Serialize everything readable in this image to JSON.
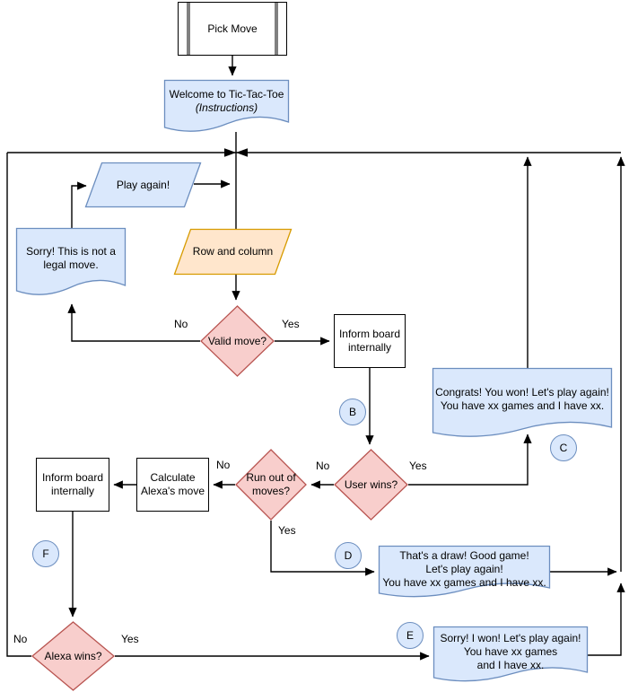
{
  "diagram": {
    "title": "Tic-Tac-Toe game flowchart",
    "colors": {
      "blue_fill": "#dae8fc",
      "blue_stroke": "#6c8ebf",
      "red_fill": "#f8cecc",
      "red_stroke": "#b85450",
      "orange_fill": "#ffe6cc",
      "orange_stroke": "#d79b00",
      "line": "#000000",
      "bar": "#808080"
    },
    "nodes": {
      "pick_move": {
        "label": "Pick Move",
        "type": "predefined-process"
      },
      "welcome": {
        "line1": "Welcome to Tic-Tac-Toe",
        "line2": "(Instructions)",
        "type": "document"
      },
      "play_again": {
        "label": "Play again!",
        "type": "input-output"
      },
      "sorry_illegal": {
        "line1": "Sorry! This is not a",
        "line2": "legal move.",
        "type": "document"
      },
      "row_column": {
        "label": "Row and column",
        "type": "input-output"
      },
      "valid_move": {
        "label": "Valid move?",
        "type": "decision"
      },
      "inform_board_right": {
        "line1": "Inform board",
        "line2": "internally",
        "type": "process"
      },
      "user_wins": {
        "label": "User wins?",
        "type": "decision"
      },
      "congrats": {
        "line1": "Congrats! You won! Let's play again!",
        "line2": "You have xx games and I have xx.",
        "type": "document"
      },
      "run_out": {
        "line1": "Run out of",
        "line2": "moves?",
        "type": "decision"
      },
      "calculate": {
        "line1": "Calculate",
        "line2": "Alexa's move",
        "type": "process"
      },
      "inform_board_left": {
        "line1": "Inform board",
        "line2": "internally",
        "type": "process"
      },
      "draw": {
        "line1": "That's a draw! Good game!",
        "line2": "Let's play again!",
        "line3": "You have xx games and I have xx.",
        "type": "document"
      },
      "alexa_wins": {
        "label": "Alexa wins?",
        "type": "decision"
      },
      "sorry_won": {
        "line1": "Sorry! I won! Let's play again!",
        "line2": "You have xx games",
        "line3": "and I have xx.",
        "type": "document"
      }
    },
    "edge_labels": {
      "valid_no": "No",
      "valid_yes": "Yes",
      "user_no": "No",
      "user_yes": "Yes",
      "runout_no": "No",
      "runout_yes": "Yes",
      "alexa_no": "No",
      "alexa_yes": "Yes"
    },
    "circles": {
      "b": "B",
      "c": "C",
      "d": "D",
      "e": "E",
      "f": "F"
    }
  }
}
